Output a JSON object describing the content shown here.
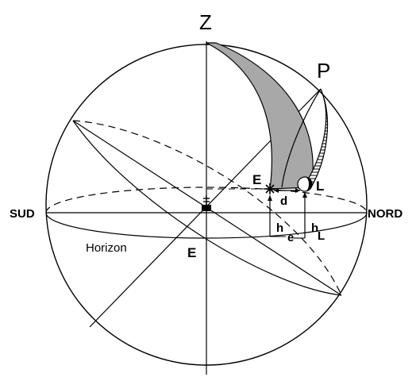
{
  "labels": {
    "zenith": "Z",
    "pole": "P",
    "south": "SUD",
    "north": "NORD",
    "horizon": "Horizon",
    "earth_upper": "E",
    "earth_lower": "E",
    "moon": "L",
    "distance": "d",
    "height_h": "h",
    "eclipse": "e",
    "height_hL_h": "h",
    "height_hL_L": "L"
  },
  "colors": {
    "line": "#000000",
    "shaded_band": "#a8a8a8",
    "background": "#ffffff"
  }
}
